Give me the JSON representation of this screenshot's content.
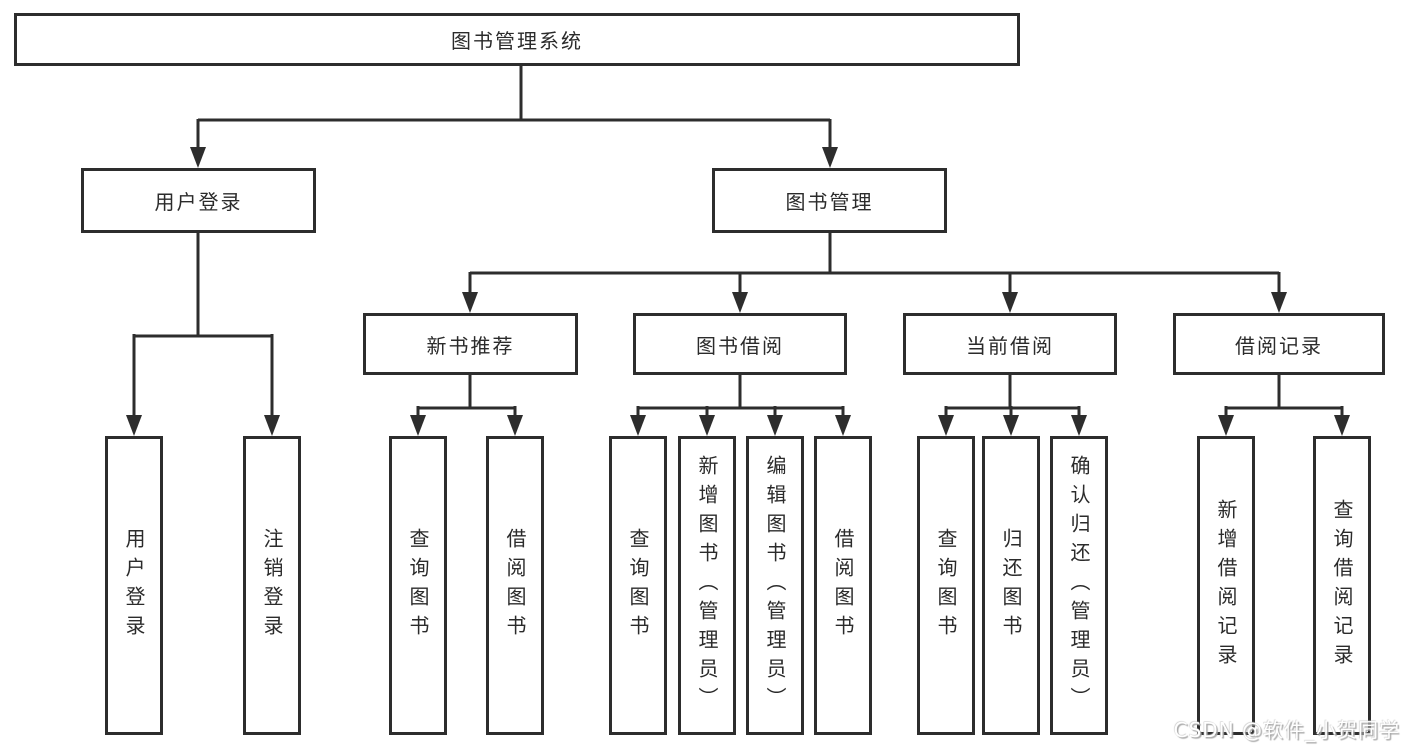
{
  "diagram": {
    "root": {
      "label": "图书管理系统"
    },
    "level2": [
      {
        "id": "user-login",
        "label": "用户登录"
      },
      {
        "id": "book-management",
        "label": "图书管理"
      }
    ],
    "level3": [
      {
        "id": "new-book-recommendation",
        "label": "新书推荐",
        "parent": "图书管理"
      },
      {
        "id": "book-borrowing",
        "label": "图书借阅",
        "parent": "图书管理"
      },
      {
        "id": "current-borrowing",
        "label": "当前借阅",
        "parent": "图书管理"
      },
      {
        "id": "borrowing-records",
        "label": "借阅记录",
        "parent": "图书管理"
      }
    ],
    "leaves": [
      {
        "id": "user-login-leaf",
        "label": "用户登录",
        "parent": "用户登录"
      },
      {
        "id": "logout",
        "label": "注销登录",
        "parent": "用户登录"
      },
      {
        "id": "query-books-recommend",
        "label": "查询图书",
        "parent": "新书推荐"
      },
      {
        "id": "borrow-books-recommend",
        "label": "借阅图书",
        "parent": "新书推荐"
      },
      {
        "id": "query-books-borrow",
        "label": "查询图书",
        "parent": "图书借阅"
      },
      {
        "id": "add-books-admin",
        "label": "新增图书（管理员）",
        "parent": "图书借阅"
      },
      {
        "id": "edit-books-admin",
        "label": "编辑图书（管理员）",
        "parent": "图书借阅"
      },
      {
        "id": "borrow-books",
        "label": "借阅图书",
        "parent": "图书借阅"
      },
      {
        "id": "query-books-current",
        "label": "查询图书",
        "parent": "当前借阅"
      },
      {
        "id": "return-books",
        "label": "归还图书",
        "parent": "当前借阅"
      },
      {
        "id": "confirm-return-admin",
        "label": "确认归还（管理员）",
        "parent": "当前借阅"
      },
      {
        "id": "add-borrow-record",
        "label": "新增借阅记录",
        "parent": "借阅记录"
      },
      {
        "id": "query-borrow-record",
        "label": "查询借阅记录",
        "parent": "借阅记录"
      }
    ]
  },
  "watermark": {
    "text": "CSDN @软件_小贺同学"
  },
  "colors": {
    "line": "#2d2d2d",
    "text": "#2b2b2b",
    "box_background": "#ffffff",
    "page_background": "#ffffff",
    "watermark_text": "#ffffff",
    "watermark_shadow": "#a8a8a8"
  }
}
